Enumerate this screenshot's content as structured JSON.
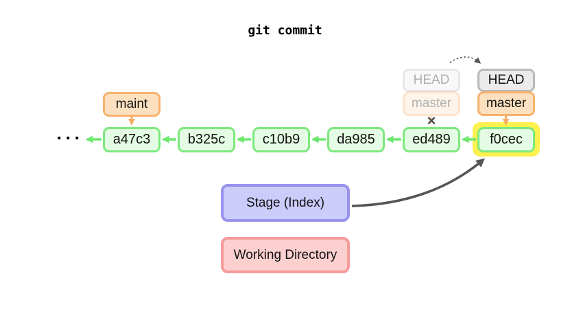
{
  "title": "git commit",
  "ellipsis": "···",
  "cross": "×",
  "commits": [
    "a47c3",
    "b325c",
    "c10b9",
    "da985",
    "ed489",
    "f0cec"
  ],
  "labels": {
    "head": "HEAD",
    "master": "master",
    "maint": "maint",
    "old_head": "HEAD",
    "old_master": "master"
  },
  "areas": {
    "stage": "Stage (Index)",
    "working_directory": "Working Directory"
  },
  "colors": {
    "commit_fill": "#e4fce4",
    "commit_border": "#7de87d",
    "commit_arrow": "#6fe86f",
    "branch_fill": "#fde0bf",
    "branch_border": "#f6b26c",
    "branch_arrow": "#f5ad66",
    "head_fill": "#ebebeb",
    "head_border": "#b9b9b9",
    "highlight_yellow": "#fcf14e",
    "stage_fill": "#ccccfb",
    "stage_border": "#9793ec",
    "working_fill": "#fdd0d0",
    "working_border": "#f79b9b",
    "annotation_dark": "#565656"
  }
}
